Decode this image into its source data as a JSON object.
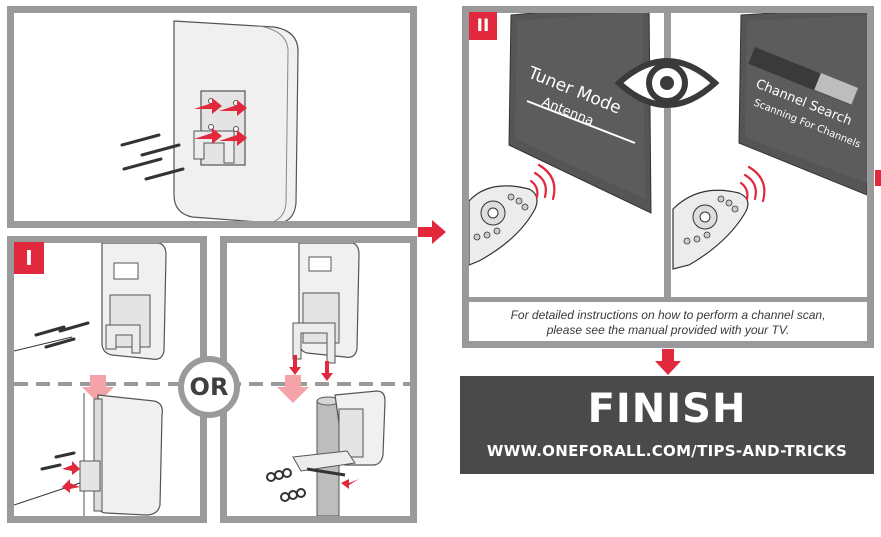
{
  "steps": {
    "step1_badge": "I",
    "step2_badge": "II"
  },
  "or_label": "OR",
  "tv_screen_left": {
    "title": "Tuner Mode",
    "subtitle": "Antenna"
  },
  "tv_screen_right": {
    "title": "Channel Search",
    "subtitle": "Scanning For Channels"
  },
  "note": {
    "line1": "For detailed instructions on how to perform a channel scan,",
    "line2": "please see the manual provided with your TV."
  },
  "finish": {
    "title": "FINISH",
    "url": "WWW.ONEFORALL.COM/TIPS-AND-TRICKS"
  },
  "colors": {
    "accent": "#e1283c",
    "frame": "#9a9a9a",
    "banner": "#4a4a4a"
  }
}
